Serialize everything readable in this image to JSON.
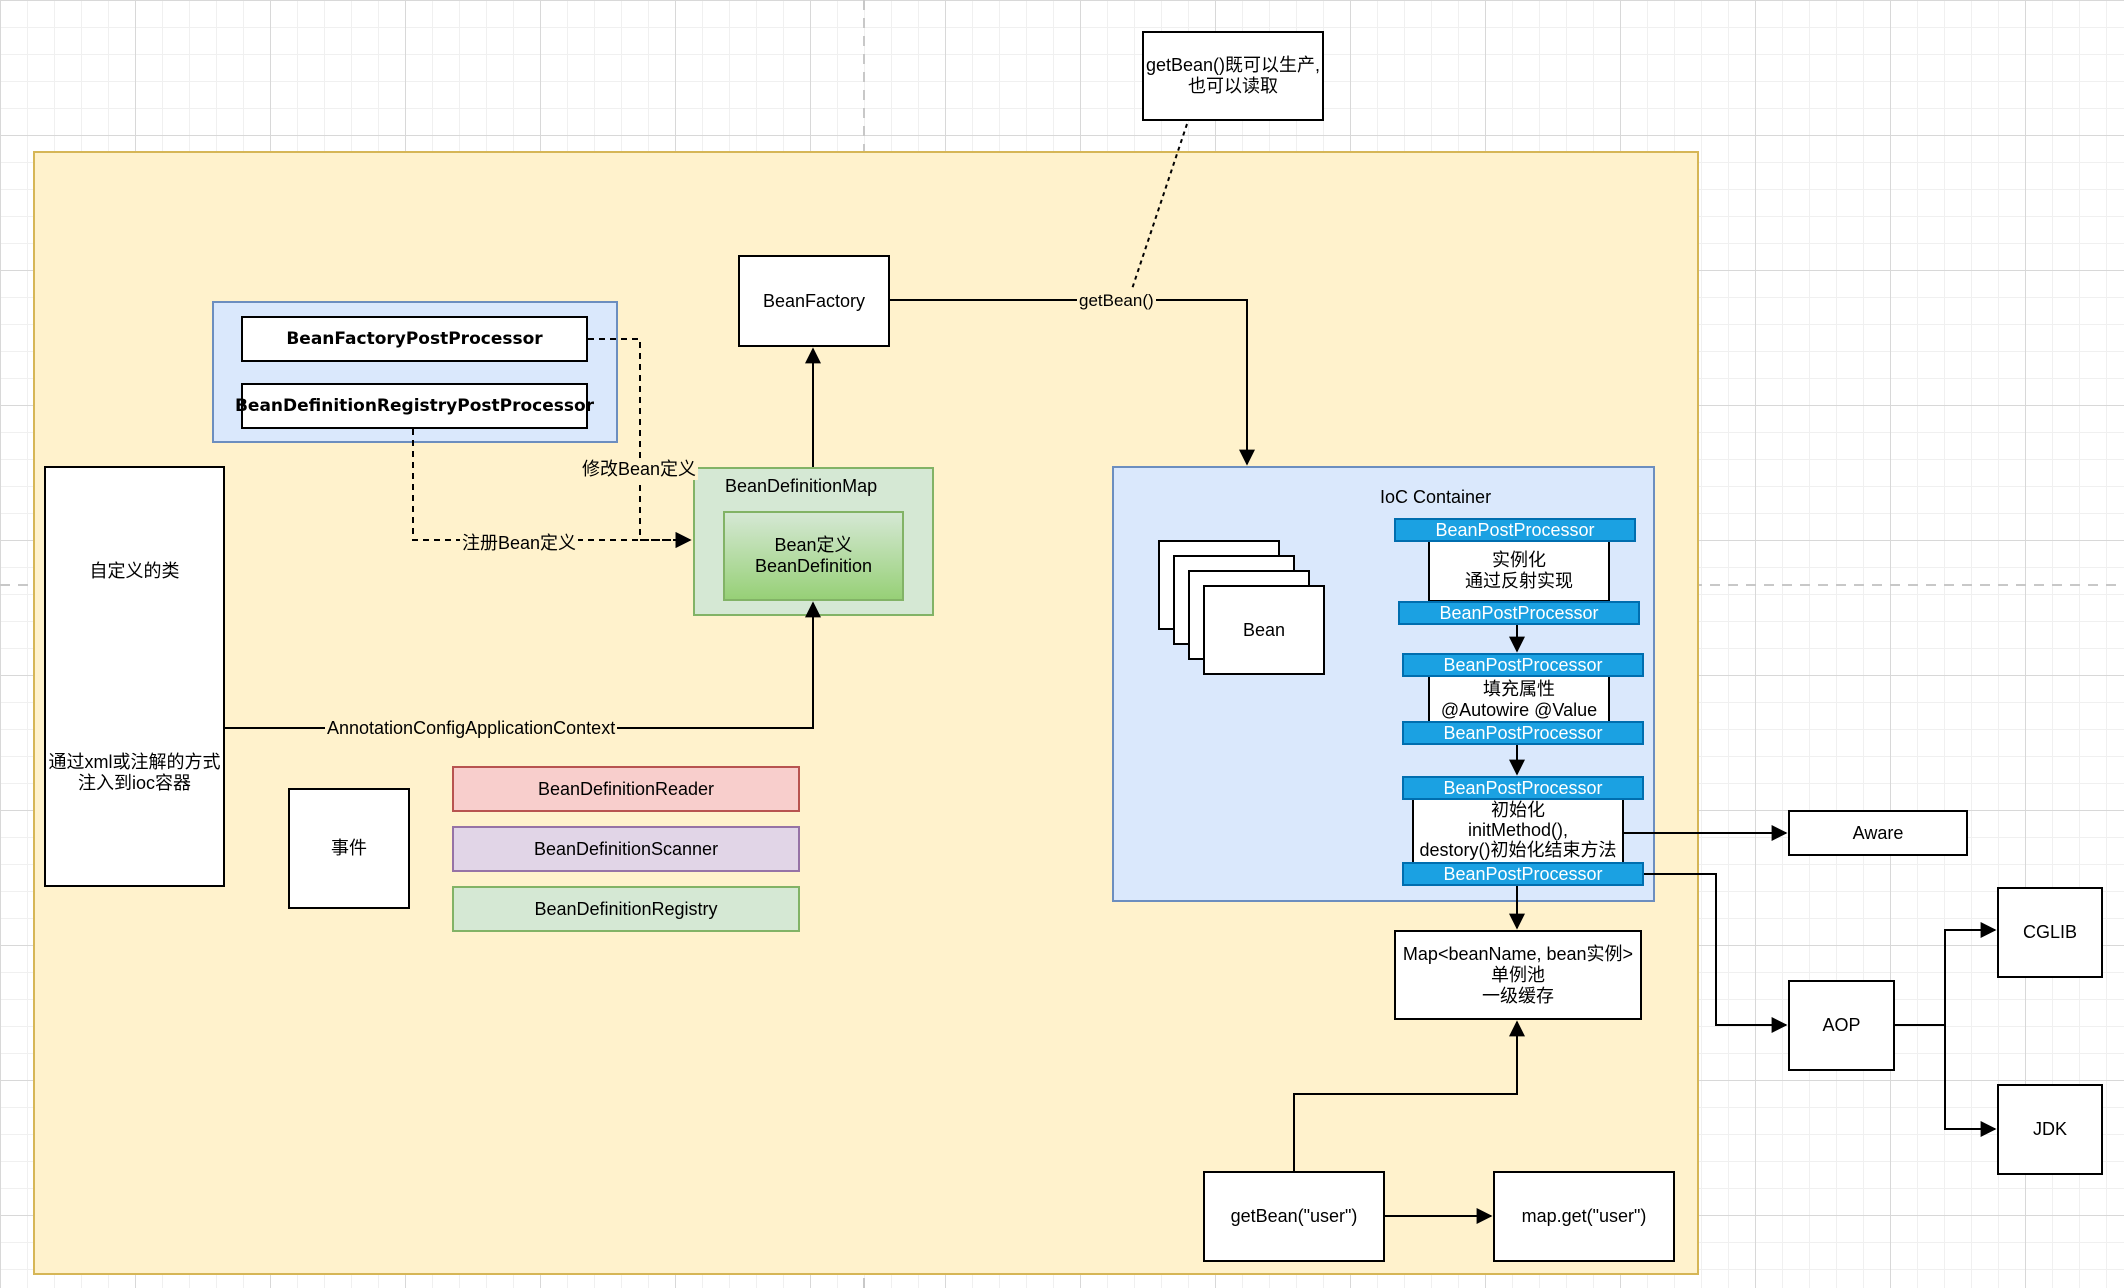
{
  "note_top": [
    "getBean()既可以生产,",
    "也可以读取"
  ],
  "bean_factory": "BeanFactory",
  "post_processors": {
    "factory_pp": "BeanFactoryPostProcessor",
    "registry_pp": "BeanDefinitionRegistryPostProcessor"
  },
  "bean_definition_map": {
    "title": "BeanDefinitionMap",
    "inner": [
      "Bean定义",
      "BeanDefinition"
    ]
  },
  "custom_class": {
    "top": "自定义的类",
    "bottom": [
      "通过xml或注解的方式",
      "注入到ioc容器"
    ]
  },
  "edge_labels": {
    "modify": "修改Bean定义",
    "register": "注册Bean定义",
    "context": "AnnotationConfigApplicationContext",
    "get_bean": "getBean()"
  },
  "event": "事件",
  "reader": "BeanDefinitionReader",
  "scanner": "BeanDefinitionScanner",
  "registry": "BeanDefinitionRegistry",
  "ioc": {
    "title": "IoC Container",
    "bean": "Bean",
    "bpp": "BeanPostProcessor",
    "instantiate": [
      "实例化",
      "通过反射实现"
    ],
    "populate": [
      "填充属性",
      "@Autowire @Value"
    ],
    "init": [
      "初始化",
      "initMethod(),",
      "destory()初始化结束方法"
    ]
  },
  "singleton_map": [
    "Map<beanName, bean实例>",
    "单例池",
    "一级缓存"
  ],
  "aware": "Aware",
  "aop": "AOP",
  "cglib": "CGLIB",
  "jdk": "JDK",
  "get_bean_user": "getBean(\"user\")",
  "map_get_user": "map.get(\"user\")",
  "colors": {
    "main_region": "#fff2cc",
    "main_border": "#d6b656",
    "blue_region": "#dae8fc",
    "blue_border": "#6c8ebf",
    "green_region": "#d5e8d4",
    "green_border": "#82b366",
    "red_region": "#f8cecc",
    "red_border": "#b85450",
    "purple_region": "#e1d5e7",
    "purple_border": "#9673a6",
    "bpp_fill": "#1ba1e2"
  }
}
